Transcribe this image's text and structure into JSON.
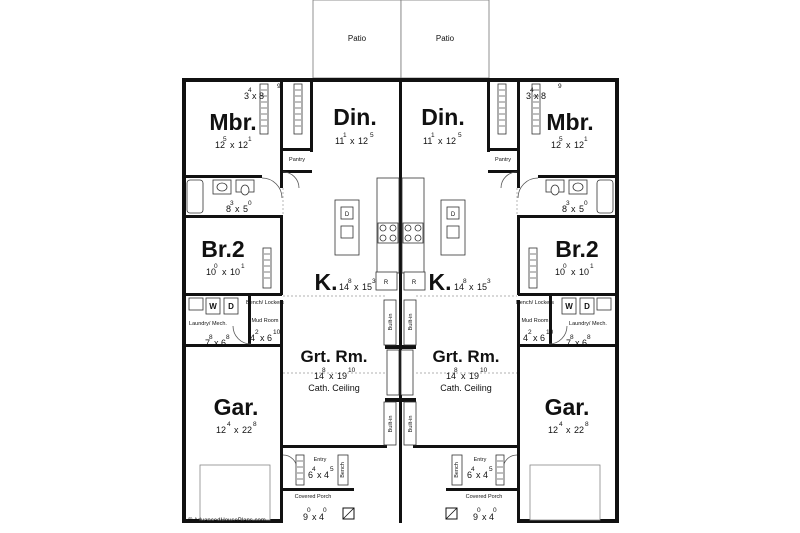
{
  "patios": {
    "left": "Patio",
    "right": "Patio"
  },
  "rooms": {
    "mbr": {
      "name": "Mbr.",
      "w": "12",
      "w_in": "5",
      "l": "12",
      "l_in": "1"
    },
    "closet": {
      "w": "3",
      "w_in": "4",
      "l": "8",
      "l_in": "9"
    },
    "din": {
      "name": "Din.",
      "w": "11",
      "w_in": "1",
      "l": "12",
      "l_in": "5"
    },
    "pantry": {
      "name": "Pantry"
    },
    "bath": {
      "w": "8",
      "w_in": "3",
      "l": "5",
      "l_in": "0"
    },
    "br2": {
      "name": "Br.2",
      "w": "10",
      "w_in": "0",
      "l": "10",
      "l_in": "1"
    },
    "kitchen": {
      "name": "K.",
      "w": "14",
      "w_in": "8",
      "l": "15",
      "l_in": "3"
    },
    "laundry": {
      "name": "Laundry/ Mech.",
      "w": "7",
      "w_in": "8",
      "l": "6",
      "l_in": "8",
      "washer": "W",
      "dryer": "D"
    },
    "mudroom": {
      "name": "Mud Room",
      "w": "4",
      "w_in": "2",
      "l": "6",
      "l_in": "10"
    },
    "bench": {
      "name": "Bench/ Lockers"
    },
    "grtrm": {
      "name": "Grt. Rm.",
      "w": "14",
      "w_in": "8",
      "l": "19",
      "l_in": "10",
      "note": "Cath. Ceiling"
    },
    "garage": {
      "name": "Gar.",
      "w": "12",
      "w_in": "4",
      "l": "22",
      "l_in": "8"
    },
    "entry": {
      "name": "Entry",
      "w": "6",
      "w_in": "4",
      "l": "4",
      "l_in": "5",
      "bench": "Bench"
    },
    "porch": {
      "name": "Covered Porch",
      "w": "9",
      "w_in": "0",
      "l": "4",
      "l_in": "0"
    },
    "builtin": "Built-in",
    "dishwasher": "D",
    "fridge": "R"
  },
  "watermark": "© AdvancedHousePlans.com"
}
